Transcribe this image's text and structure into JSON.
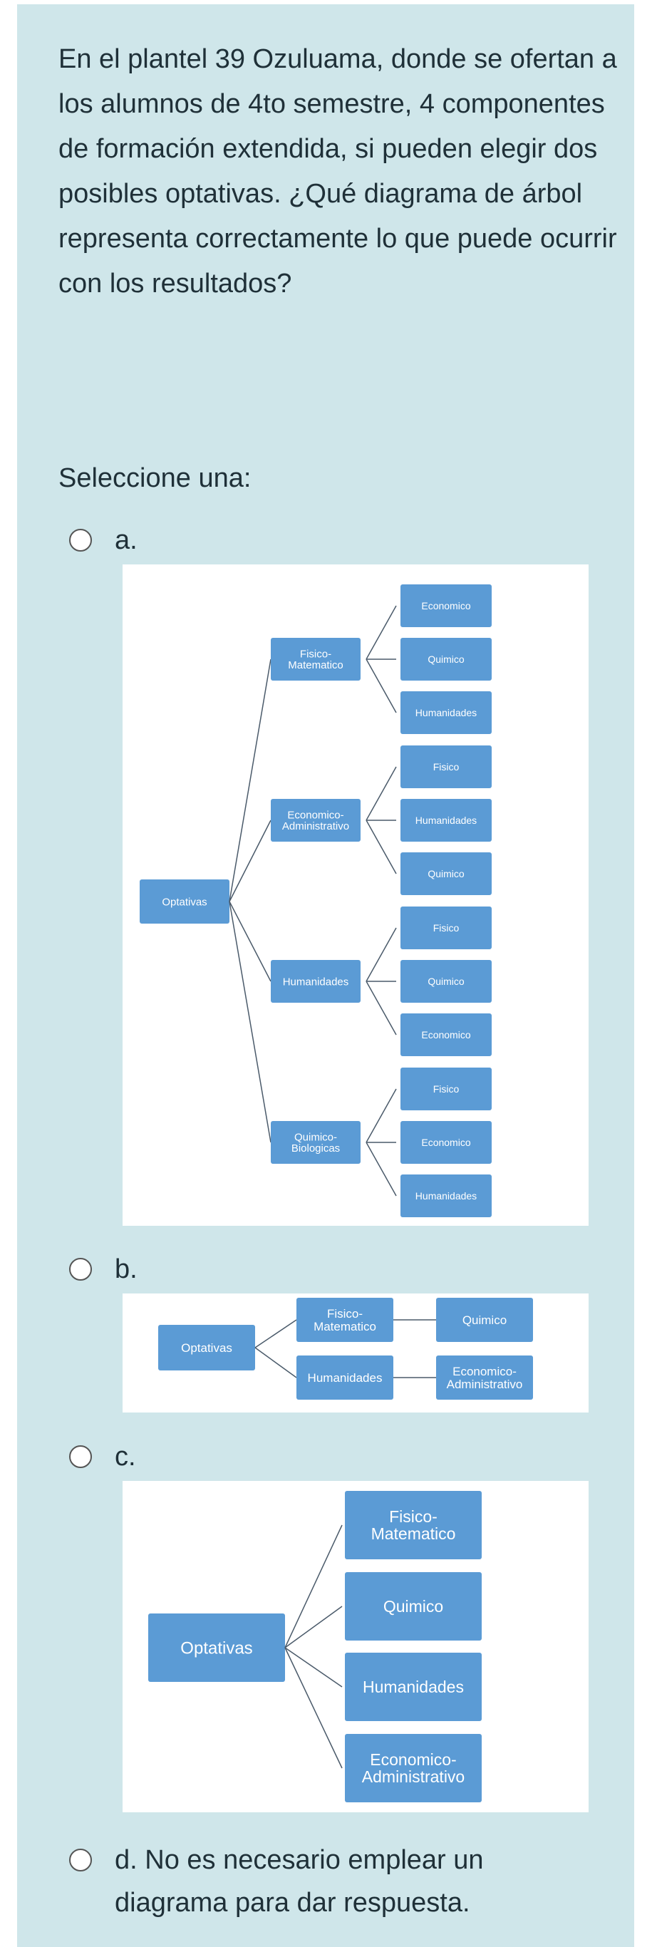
{
  "question": "En el plantel 39 Ozuluama, donde se ofertan a los alumnos de 4to semestre, 4 componentes de formación extendida, si pueden elegir dos posibles optativas. ¿Qué diagrama de árbol representa correctamente lo que puede ocurrir con los resultados?",
  "prompt": "Seleccione una:",
  "options": [
    {
      "letter": "a."
    },
    {
      "letter": "b."
    },
    {
      "letter": "c."
    },
    {
      "letter": "d.",
      "text": "No es necesario emplear un diagrama para dar respuesta."
    }
  ],
  "diagram_a": {
    "root": "Optativas",
    "branches": [
      {
        "label": [
          "Fisico-",
          "Matematico"
        ],
        "children": [
          "Economico",
          "Quimico",
          "Humanidades"
        ]
      },
      {
        "label": [
          "Economico-",
          "Administrativo"
        ],
        "children": [
          "Fisico",
          "Humanidades",
          "Quimico"
        ]
      },
      {
        "label": [
          "Humanidades"
        ],
        "children": [
          "Fisico",
          "Quimico",
          "Economico"
        ]
      },
      {
        "label": [
          "Quimico-",
          "Biologicas"
        ],
        "children": [
          "Fisico",
          "Economico",
          "Humanidades"
        ]
      }
    ]
  },
  "diagram_b": {
    "root": "Optativas",
    "branches": [
      {
        "label": [
          "Fisico-",
          "Matematico"
        ],
        "child": [
          "Quimico"
        ]
      },
      {
        "label": [
          "Humanidades"
        ],
        "child": [
          "Economico-",
          "Administrativo"
        ]
      }
    ]
  },
  "diagram_c": {
    "root": "Optativas",
    "children": [
      [
        "Fisico-",
        "Matematico"
      ],
      [
        "Quimico"
      ],
      [
        "Humanidades"
      ],
      [
        "Economico-",
        "Administrativo"
      ]
    ]
  },
  "colors": {
    "box": "#5b9bd5",
    "card": "#cfe6ea",
    "text": "#1f3038"
  }
}
